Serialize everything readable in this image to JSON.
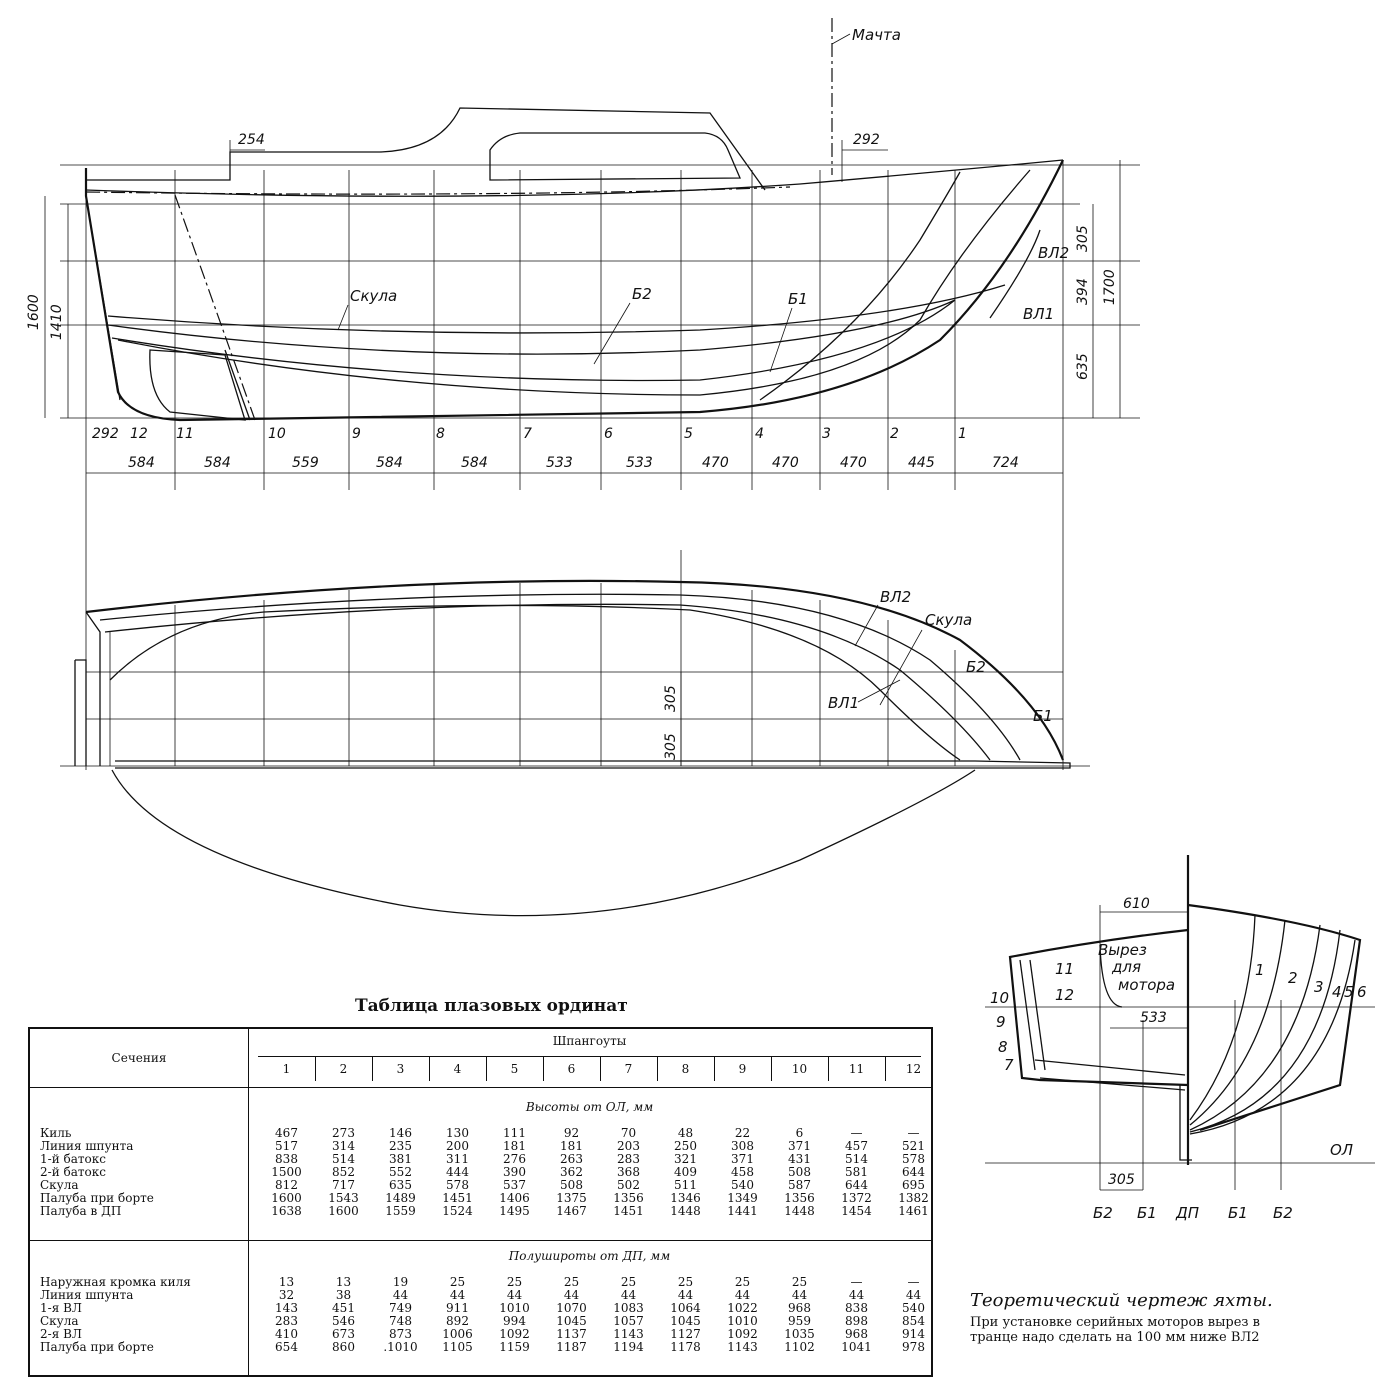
{
  "drawing": {
    "mast_label": "Мачта",
    "profile_labels": {
      "chine": "Скула",
      "b2": "Б2",
      "b1": "Б1",
      "wl2": "ВЛ2",
      "wl1": "ВЛ1"
    },
    "top_dims": {
      "d254": "254",
      "d292": "292"
    },
    "right_dims": {
      "d305": "305",
      "d394": "394",
      "d635": "635",
      "d1700": "1700"
    },
    "left_dims": {
      "d1600": "1600",
      "d1410": "1410"
    },
    "station_numbers": [
      "292",
      "12",
      "11",
      "10",
      "9",
      "8",
      "7",
      "6",
      "5",
      "4",
      "3",
      "2",
      "1"
    ],
    "spacings": [
      "584",
      "584",
      "559",
      "584",
      "584",
      "533",
      "533",
      "470",
      "470",
      "470",
      "445",
      "724"
    ],
    "plan_labels": {
      "wl2": "ВЛ2",
      "chine": "Скула",
      "b2": "Б2",
      "wl1": "ВЛ1",
      "b1": "Б1",
      "d305a": "305",
      "d305b": "305"
    },
    "body_plan": {
      "d610": "610",
      "cutout": [
        "Вырез",
        "для",
        "мотора"
      ],
      "d533": "533",
      "d305": "305",
      "ol": "ОЛ",
      "stern_frames": [
        "11",
        "12",
        "10",
        "9",
        "8",
        "7"
      ],
      "bow_frames": [
        "1",
        "2",
        "3",
        "4",
        "5",
        "6"
      ],
      "bottom_labels": [
        "Б2",
        "Б1",
        "ДП",
        "Б1",
        "Б2"
      ]
    }
  },
  "table": {
    "title": "Таблица плазовых ординат",
    "sections_header": "Сечения",
    "frames_header": "Шпангоуты",
    "frames": [
      "1",
      "2",
      "3",
      "4",
      "5",
      "6",
      "7",
      "8",
      "9",
      "10",
      "11",
      "12"
    ],
    "groups": [
      {
        "title": "Высоты от ОЛ, мм",
        "rows": [
          {
            "name": "Киль",
            "values": [
              "467",
              "273",
              "146",
              "130",
              "111",
              "92",
              "70",
              "48",
              "22",
              "6",
              "—",
              "—"
            ]
          },
          {
            "name": "Линия шпунта",
            "values": [
              "517",
              "314",
              "235",
              "200",
              "181",
              "181",
              "203",
              "250",
              "308",
              "371",
              "457",
              "521"
            ]
          },
          {
            "name": "1-й батокс",
            "values": [
              "838",
              "514",
              "381",
              "311",
              "276",
              "263",
              "283",
              "321",
              "371",
              "431",
              "514",
              "578"
            ]
          },
          {
            "name": "2-й батокс",
            "values": [
              "1500",
              "852",
              "552",
              "444",
              "390",
              "362",
              "368",
              "409",
              "458",
              "508",
              "581",
              "644"
            ]
          },
          {
            "name": "Скула",
            "values": [
              "812",
              "717",
              "635",
              "578",
              "537",
              "508",
              "502",
              "511",
              "540",
              "587",
              "644",
              "695"
            ]
          },
          {
            "name": "Палуба при борте",
            "values": [
              "1600",
              "1543",
              "1489",
              "1451",
              "1406",
              "1375",
              "1356",
              "1346",
              "1349",
              "1356",
              "1372",
              "1382"
            ]
          },
          {
            "name": "Палуба в ДП",
            "values": [
              "1638",
              "1600",
              "1559",
              "1524",
              "1495",
              "1467",
              "1451",
              "1448",
              "1441",
              "1448",
              "1454",
              "1461"
            ]
          }
        ]
      },
      {
        "title": "Полушироты от ДП, мм",
        "rows": [
          {
            "name": "Наружная кромка киля",
            "values": [
              "13",
              "13",
              "19",
              "25",
              "25",
              "25",
              "25",
              "25",
              "25",
              "25",
              "—",
              "—"
            ]
          },
          {
            "name": "Линия шпунта",
            "values": [
              "32",
              "38",
              "44",
              "44",
              "44",
              "44",
              "44",
              "44",
              "44",
              "44",
              "44",
              "44"
            ]
          },
          {
            "name": "1-я ВЛ",
            "values": [
              "143",
              "451",
              "749",
              "911",
              "1010",
              "1070",
              "1083",
              "1064",
              "1022",
              "968",
              "838",
              "540"
            ]
          },
          {
            "name": "Скула",
            "values": [
              "283",
              "546",
              "748",
              "892",
              "994",
              "1045",
              "1057",
              "1045",
              "1010",
              "959",
              "898",
              "854"
            ]
          },
          {
            "name": "2-я ВЛ",
            "values": [
              "410",
              "673",
              "873",
              "1006",
              "1092",
              "1137",
              "1143",
              "1127",
              "1092",
              "1035",
              "968",
              "914"
            ]
          },
          {
            "name": "Палуба при борте",
            "values": [
              "654",
              "860",
              ".1010",
              "1105",
              "1159",
              "1187",
              "1194",
              "1178",
              "1143",
              "1102",
              "1041",
              "978"
            ]
          }
        ]
      }
    ]
  },
  "caption": {
    "title": "Теоретический чертеж яхты.",
    "note": "При установке серийных моторов вырез в транце надо сделать на 100 мм ниже ВЛ2"
  }
}
